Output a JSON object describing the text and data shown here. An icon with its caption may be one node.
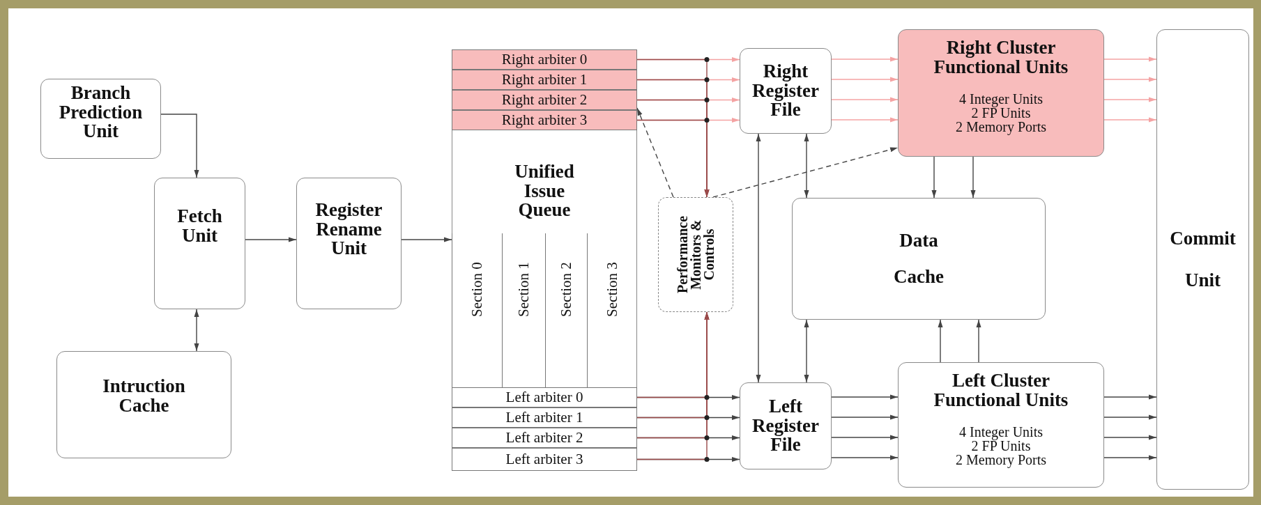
{
  "diagram": {
    "nodes": [
      {
        "text": [
          "Branch Prediction Unit"
        ]
      },
      {
        "text": [
          "Fetch Unit"
        ]
      },
      {
        "text": [
          "Intruction Cache"
        ]
      },
      {
        "text": [
          "Register Rename Unit"
        ]
      },
      {
        "text": [
          "Unified Issue Queue"
        ]
      },
      {
        "text": [
          "Right arbiter 0"
        ],
        "in": 4
      },
      {
        "text": [
          "Right arbiter 1"
        ],
        "in": 4
      },
      {
        "text": [
          "Right arbiter 2"
        ],
        "in": 4
      },
      {
        "text": [
          "Right arbiter 3"
        ],
        "in": 4
      },
      {
        "text": [
          "Section 0"
        ],
        "in": 4
      },
      {
        "text": [
          "Section 1"
        ],
        "in": 4
      },
      {
        "text": [
          "Section 2"
        ],
        "in": 4
      },
      {
        "text": [
          "Section 3"
        ],
        "in": 4
      },
      {
        "text": [
          "Left arbiter 0"
        ],
        "in": 4
      },
      {
        "text": [
          "Left arbiter 1"
        ],
        "in": 4
      },
      {
        "text": [
          "Left arbiter 2"
        ],
        "in": 4
      },
      {
        "text": [
          "Left arbiter 3"
        ],
        "in": 4
      },
      {
        "text": [
          "Performance Monitors & Controls"
        ]
      },
      {
        "text": [
          "Right Register File"
        ]
      },
      {
        "text": [
          "Right Cluster Functional Units",
          "4 Integer Units",
          "2 FP Units",
          "2 Memory Ports"
        ]
      },
      {
        "text": [
          "Data Cache"
        ]
      },
      {
        "text": [
          "Left Register File"
        ]
      },
      {
        "text": [
          "Left Cluster Functional Units",
          "4 Integer Units",
          "2 FP Units",
          "2 Memory Ports"
        ]
      },
      {
        "text": [
          "Commit Unit"
        ]
      }
    ],
    "edges": [
      {
        "from": 0,
        "to": 1,
        "arrow": "to"
      },
      {
        "from": 1,
        "to": 2,
        "arrow": "both"
      },
      {
        "from": 1,
        "to": 3,
        "arrow": "to"
      },
      {
        "from": 3,
        "to": 4,
        "arrow": "to"
      },
      {
        "from": 5,
        "to": 18,
        "arrow": "to",
        "color": "#f4a3a3"
      },
      {
        "from": 6,
        "to": 18,
        "arrow": "to",
        "color": "#f4a3a3"
      },
      {
        "from": 7,
        "to": 18,
        "arrow": "to",
        "color": "#f4a3a3"
      },
      {
        "from": 8,
        "to": 18,
        "arrow": "to",
        "color": "#f4a3a3"
      },
      {
        "from": 5,
        "to": 17,
        "arrow": "to",
        "color": "#9a4a4a"
      },
      {
        "from": 6,
        "to": 17,
        "arrow": "to",
        "color": "#9a4a4a"
      },
      {
        "from": 7,
        "to": 17,
        "arrow": "to",
        "color": "#9a4a4a"
      },
      {
        "from": 8,
        "to": 17,
        "arrow": "to",
        "color": "#9a4a4a"
      },
      {
        "from": 13,
        "to": 21,
        "arrow": "to"
      },
      {
        "from": 14,
        "to": 21,
        "arrow": "to"
      },
      {
        "from": 15,
        "to": 21,
        "arrow": "to"
      },
      {
        "from": 16,
        "to": 21,
        "arrow": "to"
      },
      {
        "from": 13,
        "to": 17,
        "arrow": "to",
        "color": "#9a4a4a"
      },
      {
        "from": 14,
        "to": 17,
        "arrow": "to",
        "color": "#9a4a4a"
      },
      {
        "from": 15,
        "to": 17,
        "arrow": "to",
        "color": "#9a4a4a"
      },
      {
        "from": 16,
        "to": 17,
        "arrow": "to",
        "color": "#9a4a4a"
      },
      {
        "from": 17,
        "to": 7,
        "arrow": "to",
        "style": "dashed"
      },
      {
        "from": 17,
        "to": 19,
        "arrow": "to",
        "style": "dashed"
      },
      {
        "from": 18,
        "to": 21,
        "arrow": "both"
      },
      {
        "from": 18,
        "to": 20,
        "arrow": "both"
      },
      {
        "from": 21,
        "to": 20,
        "arrow": "both"
      },
      {
        "from": 19,
        "to": 20,
        "arrow": "to"
      },
      {
        "from": 19,
        "to": 20,
        "arrow": "to"
      },
      {
        "from": 22,
        "to": 20,
        "arrow": "to"
      },
      {
        "from": 22,
        "to": 20,
        "arrow": "to"
      },
      {
        "from": 18,
        "to": 19,
        "arrow": "to",
        "color": "#f4a3a3"
      },
      {
        "from": 18,
        "to": 19,
        "arrow": "to",
        "color": "#f4a3a3"
      },
      {
        "from": 18,
        "to": 19,
        "arrow": "to",
        "color": "#f4a3a3"
      },
      {
        "from": 18,
        "to": 19,
        "arrow": "to",
        "color": "#f4a3a3"
      },
      {
        "from": 19,
        "to": 23,
        "arrow": "to",
        "color": "#f4a3a3"
      },
      {
        "from": 19,
        "to": 23,
        "arrow": "to",
        "color": "#f4a3a3"
      },
      {
        "from": 19,
        "to": 23,
        "arrow": "to",
        "color": "#f4a3a3"
      },
      {
        "from": 19,
        "to": 23,
        "arrow": "to",
        "color": "#f4a3a3"
      },
      {
        "from": 21,
        "to": 22,
        "arrow": "to"
      },
      {
        "from": 21,
        "to": 22,
        "arrow": "to"
      },
      {
        "from": 21,
        "to": 22,
        "arrow": "to"
      },
      {
        "from": 21,
        "to": 22,
        "arrow": "to"
      },
      {
        "from": 22,
        "to": 23,
        "arrow": "to"
      },
      {
        "from": 22,
        "to": 23,
        "arrow": "to"
      },
      {
        "from": 22,
        "to": 23,
        "arrow": "to"
      },
      {
        "from": 22,
        "to": 23,
        "arrow": "to"
      }
    ]
  }
}
